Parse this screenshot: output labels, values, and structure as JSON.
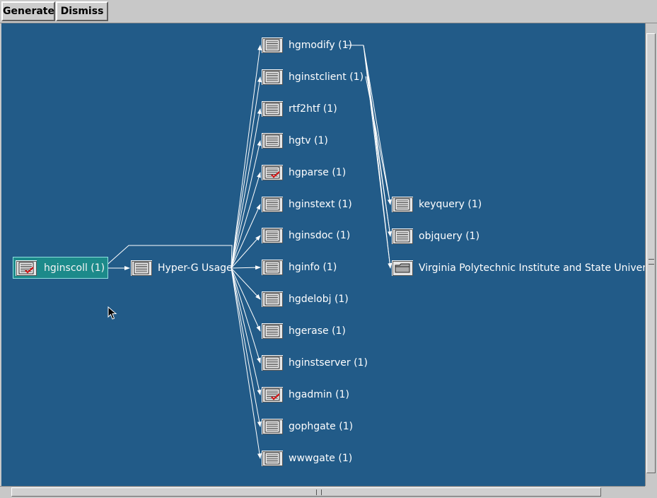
{
  "toolbar": {
    "generate_label": "Generate",
    "dismiss_label": "Dismiss"
  },
  "colors": {
    "canvas_background": "#225b88",
    "edge": "#ffffff",
    "node_text": "#ffffff",
    "selected_background": "#1c8a8a",
    "check_mark": "#d01818"
  },
  "graph": {
    "root": {
      "label": "hginscoll (1)",
      "icon": "checked-document-icon",
      "selected": true
    },
    "hub": {
      "label": "Hyper-G Usage",
      "icon": "document-icon"
    },
    "children": [
      {
        "label": "hgmodify (1)",
        "icon": "document-icon"
      },
      {
        "label": "hginstclient (1)",
        "icon": "document-icon"
      },
      {
        "label": "rtf2htf (1)",
        "icon": "document-icon"
      },
      {
        "label": "hgtv (1)",
        "icon": "document-icon"
      },
      {
        "label": "hgparse (1)",
        "icon": "checked-document-icon"
      },
      {
        "label": "hginstext (1)",
        "icon": "document-icon"
      },
      {
        "label": "hginsdoc (1)",
        "icon": "document-icon"
      },
      {
        "label": "hginfo (1)",
        "icon": "document-icon"
      },
      {
        "label": "hgdelobj (1)",
        "icon": "document-icon"
      },
      {
        "label": "hgerase (1)",
        "icon": "document-icon"
      },
      {
        "label": "hginstserver (1)",
        "icon": "document-icon"
      },
      {
        "label": "hgadmin (1)",
        "icon": "checked-document-icon"
      },
      {
        "label": "gophgate (1)",
        "icon": "document-icon"
      },
      {
        "label": "wwwgate (1)",
        "icon": "document-icon"
      }
    ],
    "grandchildren": [
      {
        "label": "keyquery (1)",
        "icon": "document-icon"
      },
      {
        "label": "objquery (1)",
        "icon": "document-icon"
      },
      {
        "label": "Virginia Polytechnic Institute and State University",
        "icon": "folder-icon"
      }
    ]
  }
}
